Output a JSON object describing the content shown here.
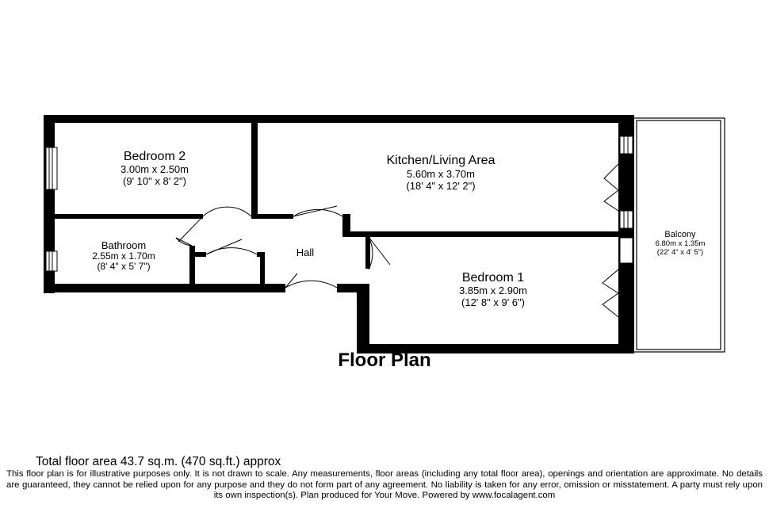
{
  "title": "Floor Plan",
  "rooms": {
    "bedroom2": {
      "name": "Bedroom 2",
      "metric": "3.00m x 2.50m",
      "imperial": "(9' 10\" x 8' 2\")"
    },
    "kitchen": {
      "name": "Kitchen/Living Area",
      "metric": "5.60m x 3.70m",
      "imperial": "(18' 4\" x 12' 2\")"
    },
    "bathroom": {
      "name": "Bathroom",
      "metric": "2.55m x 1.70m",
      "imperial": "(8' 4\" x 5' 7\")"
    },
    "hall": {
      "name": "Hall"
    },
    "bedroom1": {
      "name": "Bedroom 1",
      "metric": "3.85m x 2.90m",
      "imperial": "(12' 8\" x 9' 6\")"
    },
    "balcony": {
      "name": "Balcony",
      "metric": "6.80m x 1.35m",
      "imperial": "(22' 4\" x 4' 5\")"
    }
  },
  "footer": {
    "total": "Total floor area 43.7 sq.m. (470 sq.ft.) approx",
    "disclaimer": "This floor plan is for illustrative purposes only. It is not drawn to scale. Any measurements, floor areas (including any total floor area), openings and orientation are approximate. No details are guaranteed, they cannot be relied upon for any purpose and they do not form part of any agreement. No liability is taken for any error, omission or misstatement. A party must rely upon its own inspection(s). Plan produced for Your Move. Powered by www.focalagent.com"
  }
}
